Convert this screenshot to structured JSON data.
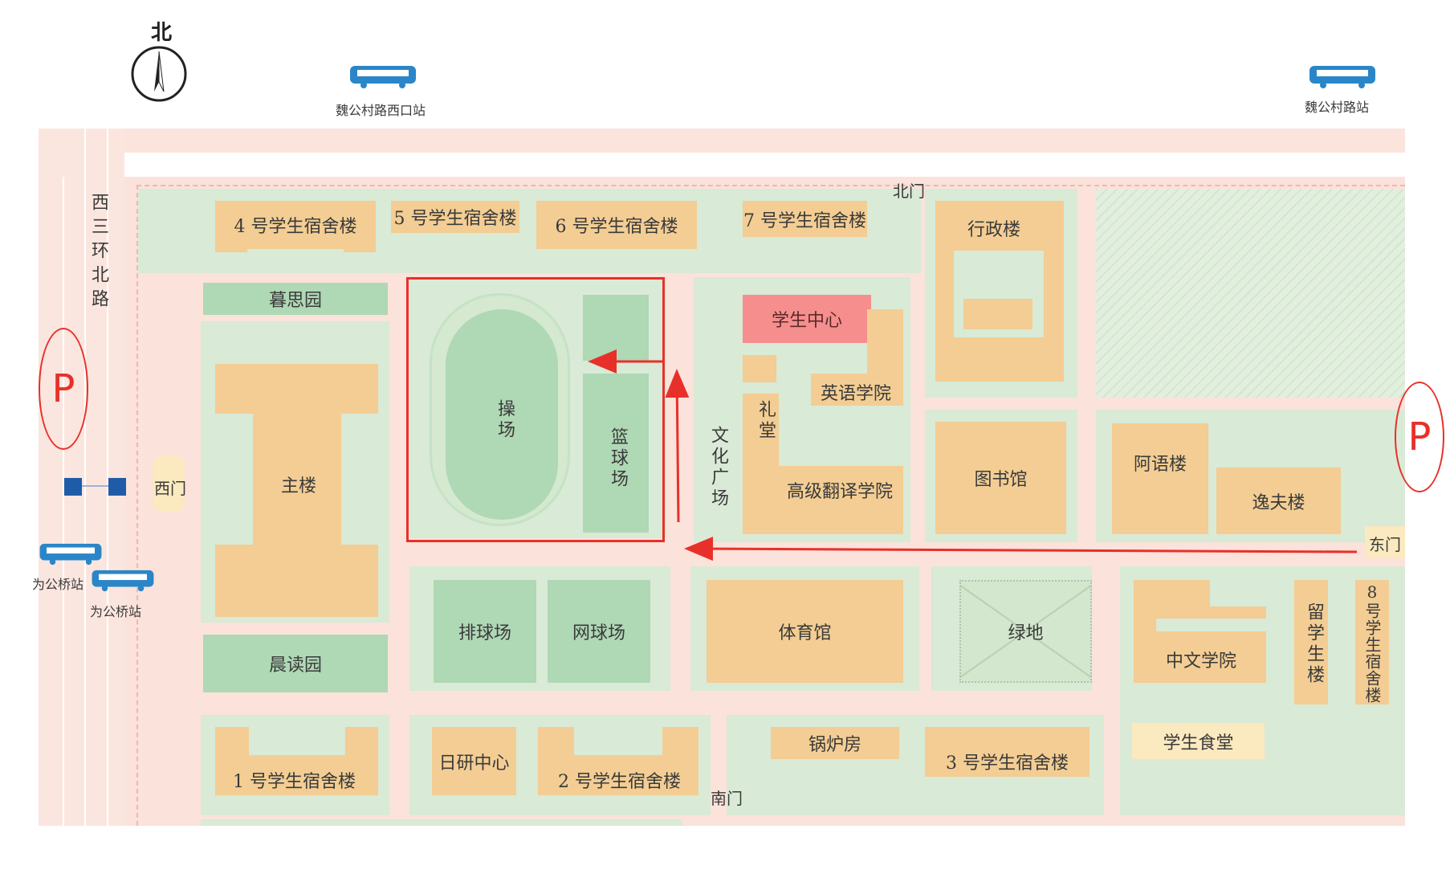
{
  "compass": {
    "label": "北"
  },
  "bus_stops": {
    "top_left": "魏公村路西口站",
    "top_right": "魏公村路站",
    "west_1": "为公桥站",
    "west_2": "为公桥站"
  },
  "road_west": "西三环北路",
  "gates": {
    "north": "北门",
    "west": "西门",
    "east": "东门",
    "south": "南门"
  },
  "parking_label": "P",
  "buildings": {
    "dorm4": "4 号学生宿舍楼",
    "dorm5": "5 号学生宿舍楼",
    "dorm6": "6 号学生宿舍楼",
    "dorm7": "7 号学生宿舍楼",
    "admin": "行政楼",
    "musiyuan": "暮思园",
    "main": "主楼",
    "field": "操场",
    "basketball": "篮球场",
    "square": "文化广场",
    "student_center": "学生中心",
    "english": "英语学院",
    "auditorium": "礼堂",
    "translation": "高级翻译学院",
    "library": "图书馆",
    "arabic": "阿语楼",
    "yifu": "逸夫楼",
    "chendu": "晨读园",
    "volleyball": "排球场",
    "tennis": "网球场",
    "gym": "体育馆",
    "green": "绿地",
    "chinese": "中文学院",
    "liuxue": "留学生楼",
    "dorm8": "8号学生宿舍楼",
    "dorm1": "1 号学生宿舍楼",
    "riyan": "日研中心",
    "dorm2": "2 号学生宿舍楼",
    "boiler": "锅炉房",
    "dorm3": "3 号学生宿舍楼",
    "canteen": "学生食堂"
  },
  "colors": {
    "building": "#f3cd93",
    "green_area": "#d9ead6",
    "sports": "#afd8b5",
    "road": "#fbe2da",
    "highlight": "#f68e8e",
    "route": "#e8302a",
    "bus": "#2a86c8"
  },
  "icons": [
    "compass-icon",
    "bus-icon",
    "parking-icon",
    "route-arrow",
    "bridge-icon"
  ]
}
